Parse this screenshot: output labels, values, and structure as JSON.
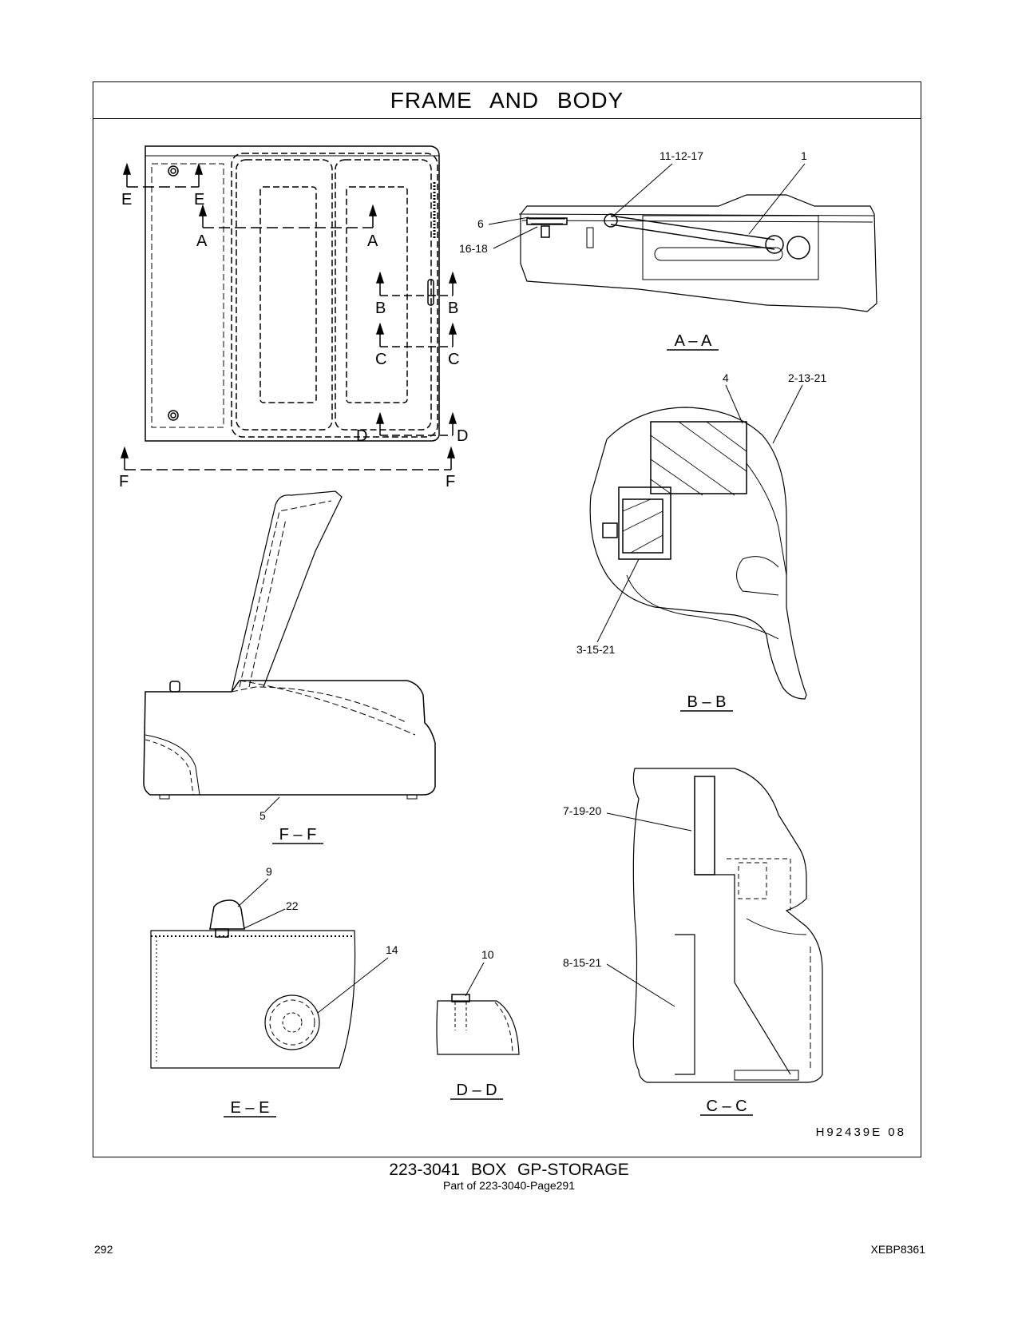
{
  "header": {
    "title": "FRAME AND BODY"
  },
  "section_labels": {
    "a": "A",
    "b": "B",
    "c": "C",
    "d": "D",
    "e": "E",
    "f": "F"
  },
  "views": {
    "aa": "A – A",
    "bb": "B – B",
    "cc": "C – C",
    "dd": "D – D",
    "ee": "E – E",
    "ff": "F – F"
  },
  "callouts": {
    "c1": "1",
    "c11_12_17": "11-12-17",
    "c6": "6",
    "c16_18": "16-18",
    "c4": "4",
    "c2_13_21": "2-13-21",
    "c3_15_21": "3-15-21",
    "c5": "5",
    "c7_19_20": "7-19-20",
    "c8_15_21": "8-15-21",
    "c9": "9",
    "c22": "22",
    "c14": "14",
    "c10": "10"
  },
  "drawing_id": "H92439E 08",
  "footer": {
    "part_title": "223-3041 BOX GP-STORAGE",
    "part_sub": "Part of 223-3040-Page291",
    "page_number": "292",
    "doc_code": "XEBP8361"
  }
}
